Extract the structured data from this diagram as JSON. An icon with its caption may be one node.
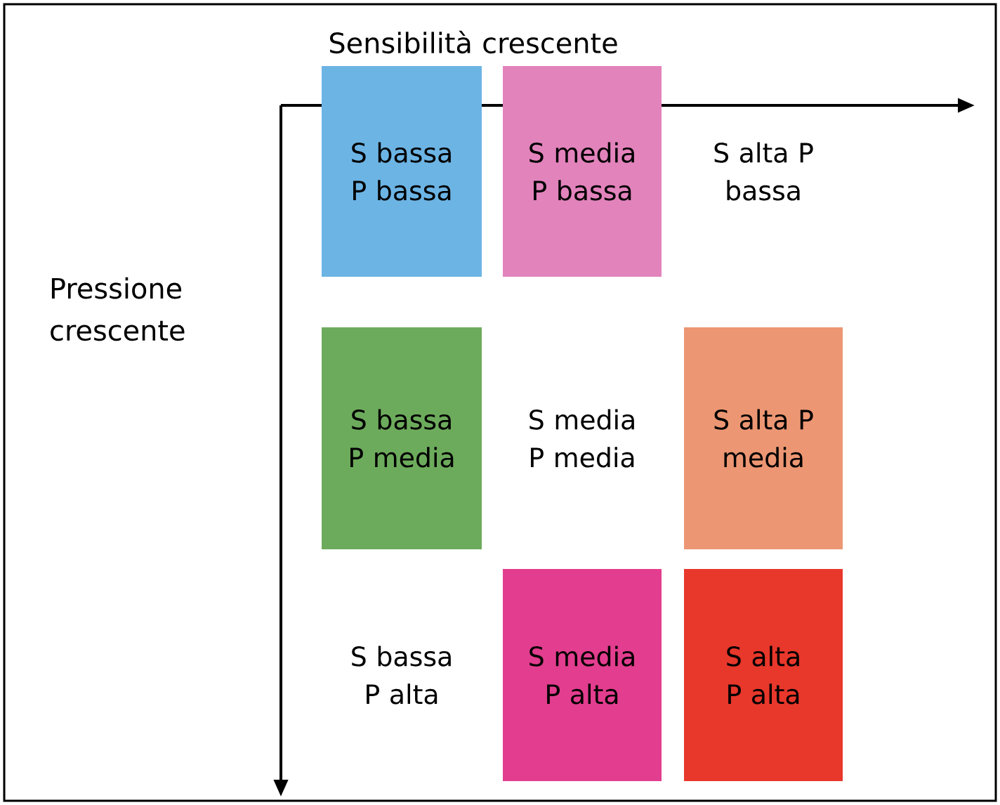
{
  "diagram": {
    "nodes": [
      {
        "text": [
          "S bassa P bassa"
        ]
      },
      {
        "text": [
          "S media P bassa"
        ]
      },
      {
        "text": [
          "S alta P bassa"
        ]
      },
      {
        "text": [
          "S bassa P media"
        ]
      },
      {
        "text": [
          "S media P media"
        ]
      },
      {
        "text": [
          "S alta P media"
        ]
      },
      {
        "text": [
          "S bassa P alta"
        ]
      },
      {
        "text": [
          "S media P alta"
        ]
      },
      {
        "text": [
          "S alta P alta"
        ]
      }
    ],
    "labels": [
      "Sensibilità crescente",
      "Pressione crescente"
    ]
  }
}
